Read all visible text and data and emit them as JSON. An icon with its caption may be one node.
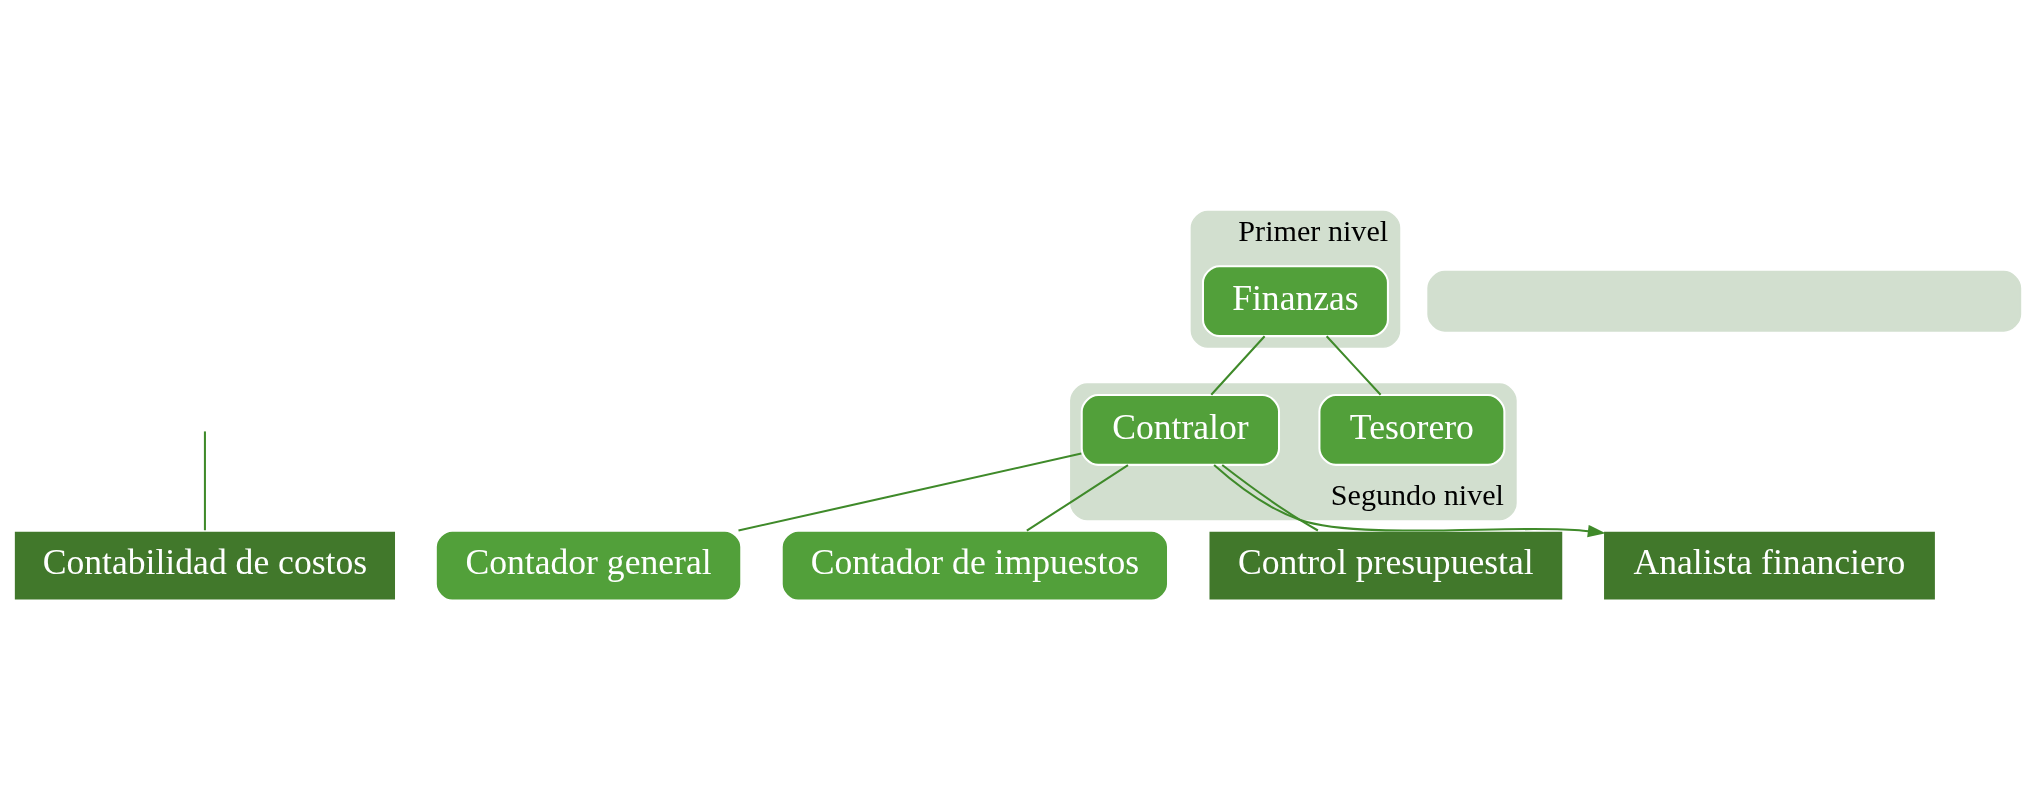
{
  "diagram": {
    "nodes": [
      {
        "text": [
          "Primer nivel"
        ]
      },
      {
        "text": [
          "Finanzas"
        ],
        "in": 0
      },
      {
        "text": [
          "Segundo nivel"
        ]
      },
      {
        "text": [
          "Contralor"
        ],
        "in": 2
      },
      {
        "text": [
          "Tesorero"
        ],
        "in": 2
      },
      {
        "text": [],
        "shape": "box"
      },
      {
        "text": [
          "Contabilidad de costos"
        ]
      },
      {
        "text": [
          "Contador general"
        ]
      },
      {
        "text": [
          "Contador de impuestos"
        ]
      },
      {
        "text": [
          "Control presupuestal"
        ]
      },
      {
        "text": [
          "Analista financiero"
        ]
      }
    ],
    "edges": [
      {
        "from": 1,
        "to": 3,
        "arrow": "none"
      },
      {
        "from": 1,
        "to": 4,
        "arrow": "none"
      },
      {
        "from": 3,
        "to": 7,
        "arrow": "none"
      },
      {
        "from": 3,
        "to": 8,
        "arrow": "none"
      },
      {
        "from": 3,
        "to": 9,
        "arrow": "none"
      },
      {
        "from": 3,
        "to": 10,
        "arrow": "to"
      },
      {
        "from": null,
        "to": 6,
        "arrow": "none"
      }
    ]
  }
}
